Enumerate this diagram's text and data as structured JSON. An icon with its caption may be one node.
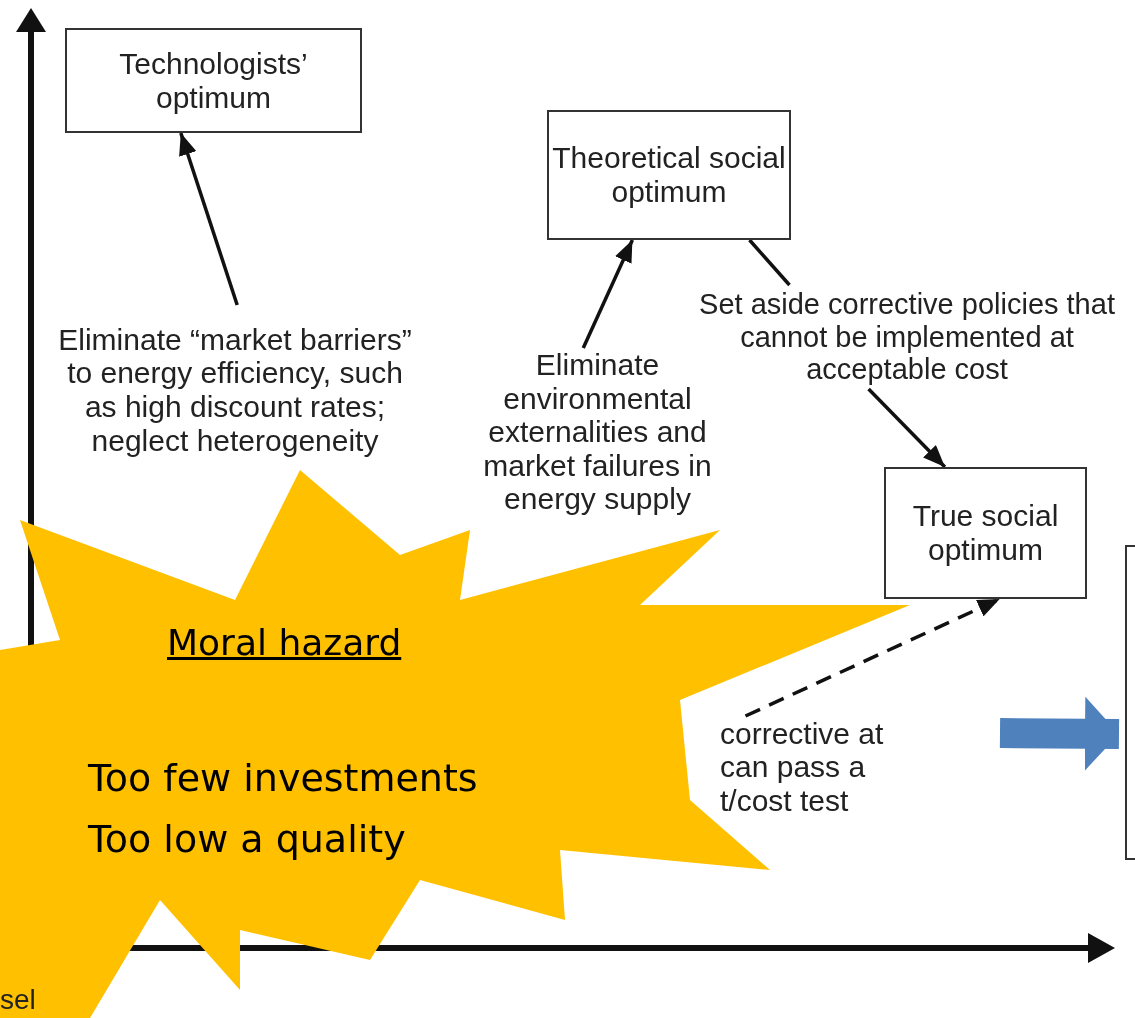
{
  "diagram": {
    "nodes": [
      {
        "text": [
          "Technologists’ optimum"
        ]
      },
      {
        "text": [
          "Theoretical social optimum"
        ]
      },
      {
        "text": [
          "True social optimum"
        ]
      },
      {
        "text": [
          "Eliminate “market barriers” to energy efficiency, such as high discount rates; neglect  heterogeneity"
        ]
      },
      {
        "text": [
          "Eliminate environmental externalities and market failures in energy supply"
        ]
      },
      {
        "text": [
          "Set aside corrective policies that cannot be implemented at acceptable cost"
        ]
      },
      {
        "text": [
          "corrective at can pass a t/cost test"
        ]
      },
      {
        "text": [
          "Moral hazard",
          "Too few investments Too low a quality"
        ]
      },
      {
        "text": [],
        "shape": "box"
      }
    ],
    "edges": [
      {
        "from": 3,
        "to": 0,
        "arrow": "to"
      },
      {
        "from": 4,
        "to": 1,
        "arrow": "to"
      },
      {
        "from": 1,
        "to": 5,
        "arrow": "none"
      },
      {
        "from": 5,
        "to": 2,
        "arrow": "to"
      },
      {
        "from": 6,
        "to": 2,
        "arrow": "to",
        "style": "dashed"
      },
      {
        "from": null,
        "to": 8,
        "arrow": "to",
        "style": "thick",
        "color": "#4f81bd"
      }
    ],
    "labels": [
      "sel"
    ]
  }
}
